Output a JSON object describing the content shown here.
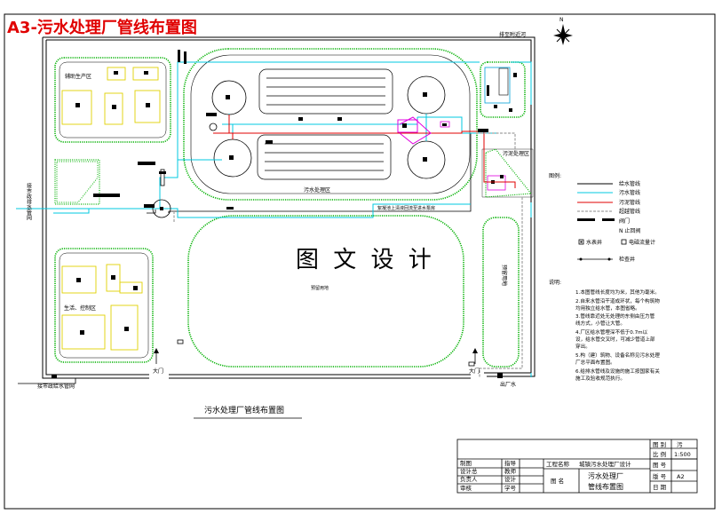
{
  "page_title": "A3-污水处理厂管线布置图",
  "north_label": "N",
  "zones": {
    "aux_production": "辅助生产区",
    "admin_control": "生活、控制区",
    "sewage_treatment": "污水处理区",
    "sludge_treatment": "污泥处理区",
    "reserved_land": "预留用地",
    "reserved_land_2": "预留用地"
  },
  "annotations": {
    "outfall_top_right": "排至附近河",
    "to_drainage_pipe": "接市政排水管网",
    "to_water_supply": "接市政给水管网",
    "main_gate": "大门",
    "side_gate": "大门",
    "main_gate_road_note": "出厂水",
    "pipe_route_note": "絮凝池上清液回流至进水泵房",
    "watermark": "图 文 设 计",
    "sub_caption": "污水处理厂管线布置图"
  },
  "legend": {
    "title": "图例:",
    "items": [
      {
        "label": "给水管线",
        "kind": "line-black"
      },
      {
        "label": "污水管线",
        "kind": "line-cyan"
      },
      {
        "label": "污泥管线",
        "kind": "line-red"
      },
      {
        "label": "超越管线",
        "kind": "line-gray"
      },
      {
        "label": "阀门",
        "kind": "valve"
      },
      {
        "label": "N  止回阀",
        "kind": "check"
      },
      {
        "label": "水表井",
        "kind": "meter"
      },
      {
        "label": "电磁流量计",
        "kind": "flowmeter"
      },
      {
        "label": "检查井",
        "kind": "manhole"
      }
    ]
  },
  "notes": {
    "title": "说明:",
    "lines": [
      "1.本图管线长度均为米，其他为毫米。",
      "2.自来水管沿干道成环状，每个构筑物",
      "均用独立给水管，本图省略。",
      "3.管线靠近处无处理的东侧由压力管",
      "线方式，小管让大管。",
      "4.厂区给水管埋深不低于0.7m以",
      "设，给水管交叉时，可减少管道上部",
      "穿出。",
      "5.构（建）筑物、设备名称见污水处理",
      "厂总平面布置图。",
      "6.给排水管线及设施的施工按国家有关",
      "施工及验收规范执行。"
    ]
  },
  "title_block": {
    "project_label": "工程名称",
    "project_name": "城镇污水处理厂设计",
    "drawing_label": "图  名",
    "drawing_name_1": "污水处理厂",
    "drawing_name_2": "管线布置图",
    "left_rows": [
      "制图",
      "设计总",
      "负责人",
      "审核"
    ],
    "mid_rows": [
      "指导",
      "教师",
      "设计",
      "学号"
    ],
    "right_labels": [
      "图  别",
      "比  例",
      "图  号",
      "版  号",
      "日  期"
    ],
    "right_values": [
      "污",
      "1:500",
      "",
      "A2",
      ""
    ]
  }
}
